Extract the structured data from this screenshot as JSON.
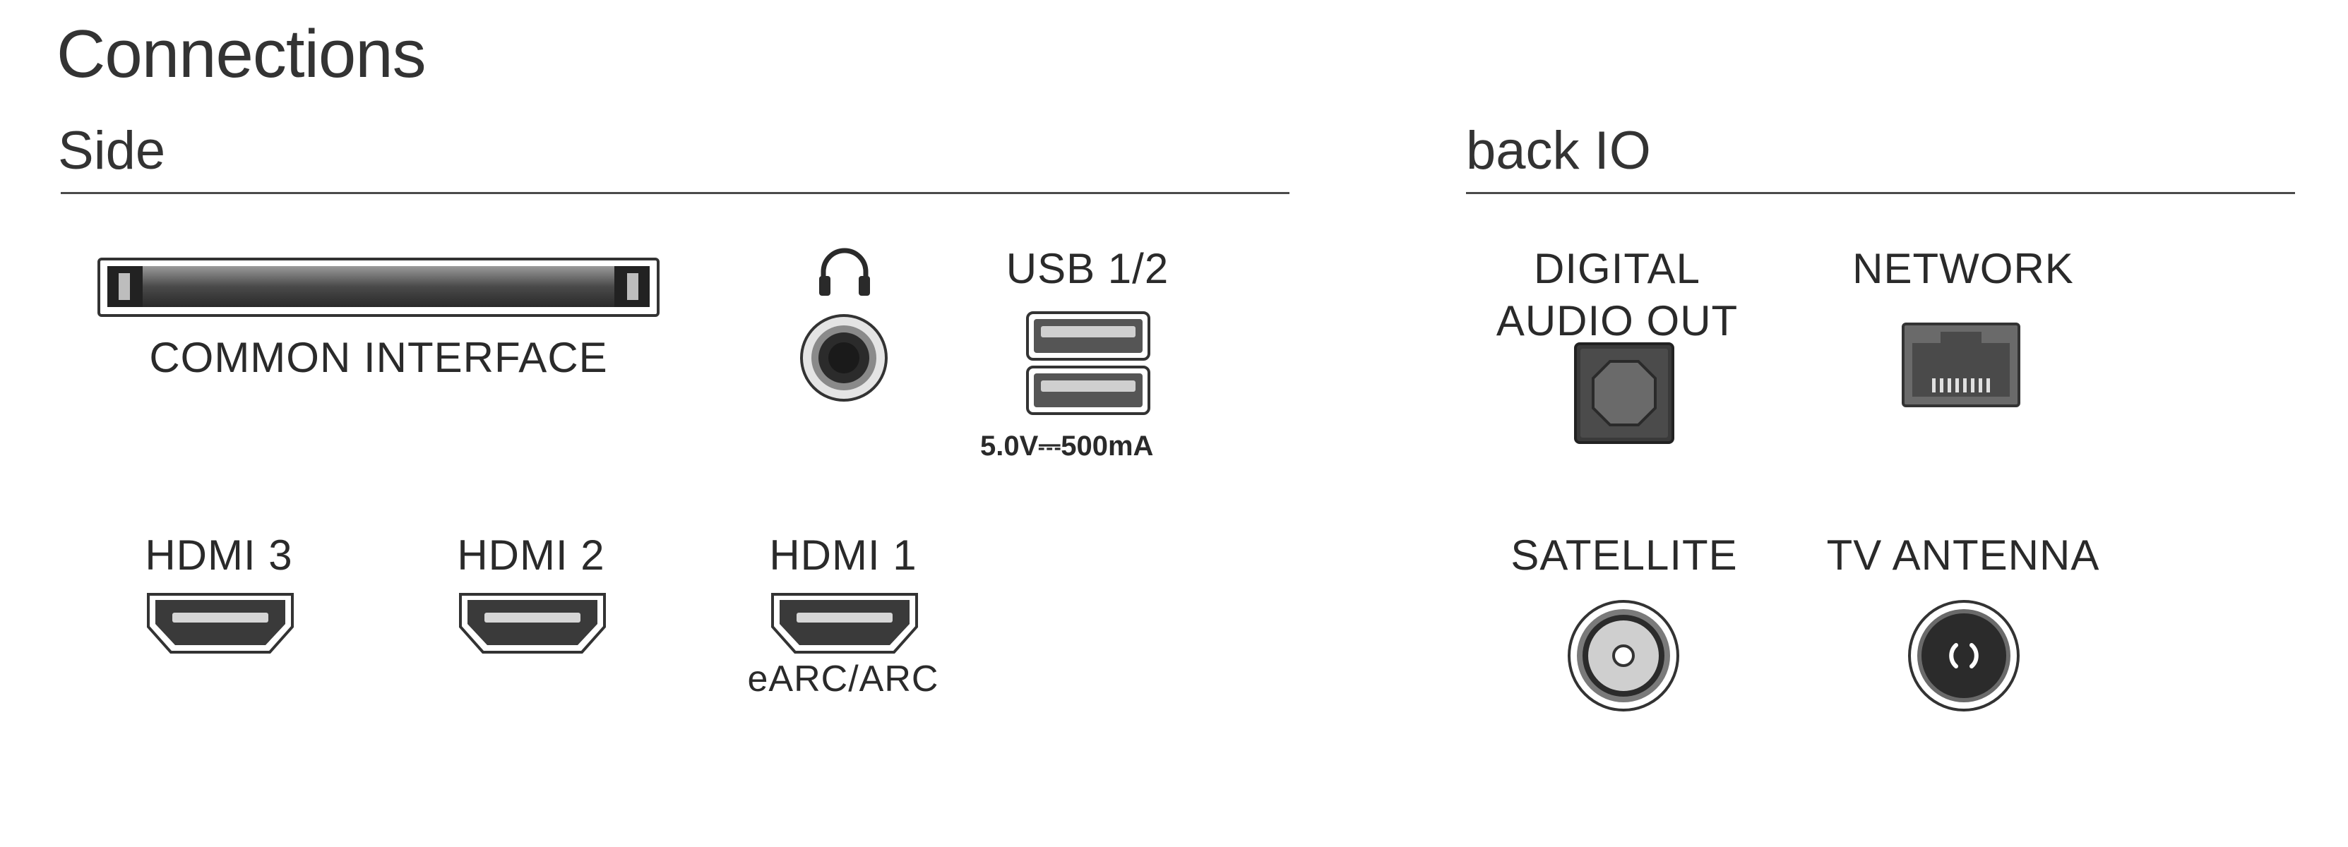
{
  "title": "Connections",
  "sections": {
    "side": "Side",
    "back": "back IO"
  },
  "side": {
    "common_interface": "COMMON INTERFACE",
    "headphone_icon": "headphone-icon",
    "usb": {
      "label": "USB 1/2",
      "spec": "5.0V⎓500mA"
    },
    "hdmi3": "HDMI 3",
    "hdmi2": "HDMI 2",
    "hdmi1": {
      "label": "HDMI 1",
      "sub": "eARC/ARC"
    }
  },
  "back": {
    "digital_audio_line1": "DIGITAL",
    "digital_audio_line2": "AUDIO OUT",
    "network": "NETWORK",
    "satellite": "SATELLITE",
    "tv_antenna": "TV ANTENNA"
  },
  "colors": {
    "port_dark": "#2b2b2b",
    "port_mid": "#6f6f6f",
    "port_light": "#d6d6d6",
    "rule": "#4a4a4a"
  }
}
